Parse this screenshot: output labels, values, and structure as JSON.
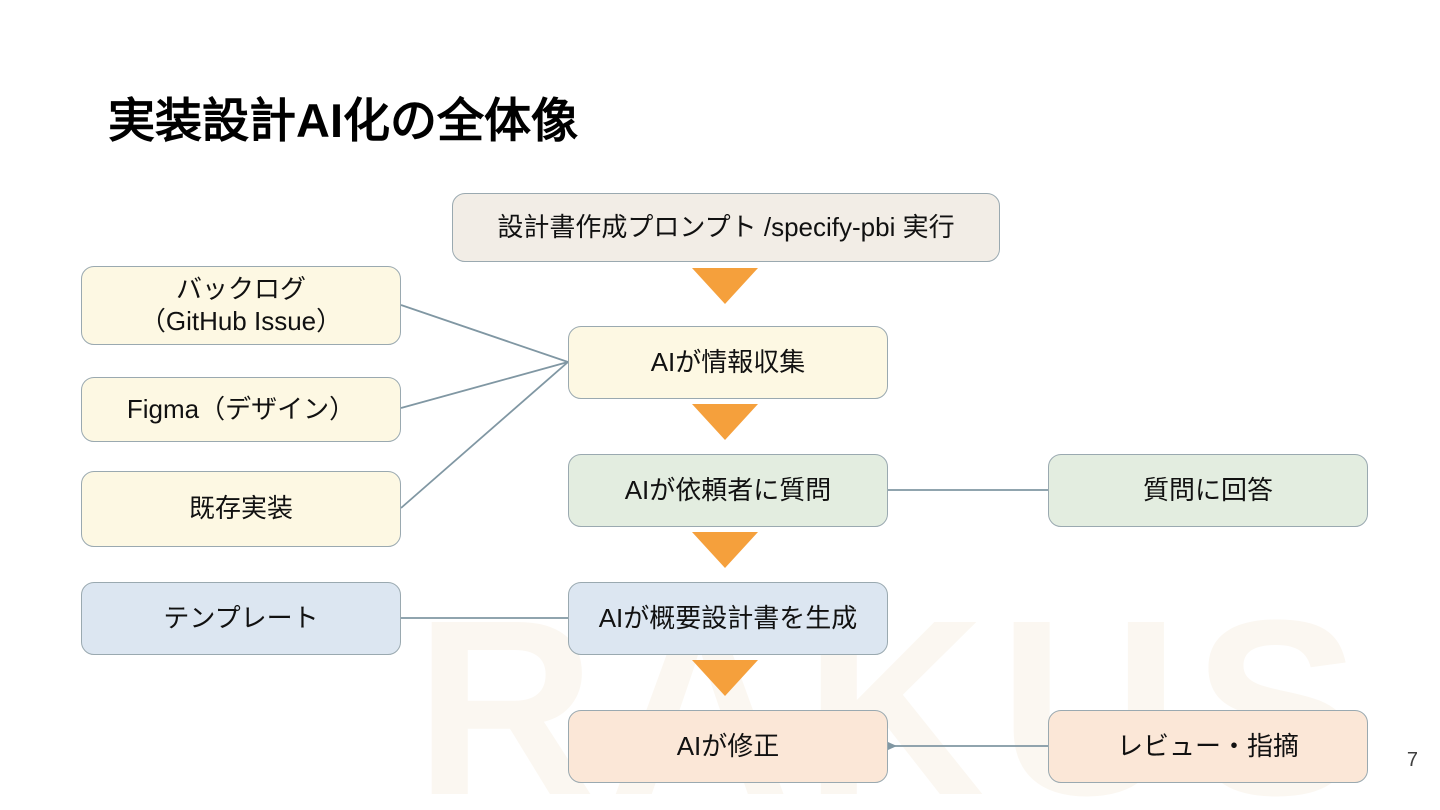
{
  "slide": {
    "title": "実装設計AI化の全体像",
    "page_number": "7",
    "watermark": "RAKUS",
    "background_color": "#FFFFFF"
  },
  "colors": {
    "cream": "#FDF8E3",
    "green": "#E3EDE0",
    "blue": "#DCE6F1",
    "peach": "#FBE7D7",
    "beige": "#F2EDE6",
    "border": "#9AA9B0",
    "connector": "#8097A3",
    "arrow_orange": "#F5A03C",
    "watermark": "#FBF7F1",
    "title_text": "#000000"
  },
  "nodes": {
    "prompt": {
      "label": "設計書作成プロンプト /specify-pbi 実行",
      "fill": "beige"
    },
    "backlog": {
      "label": "バックログ\n（GitHub Issue）",
      "fill": "cream"
    },
    "figma": {
      "label": "Figma（デザイン）",
      "fill": "cream"
    },
    "existing_impl": {
      "label": "既存実装",
      "fill": "cream"
    },
    "template": {
      "label": "テンプレート",
      "fill": "blue"
    },
    "ai_collect": {
      "label": "AIが情報収集",
      "fill": "cream"
    },
    "ai_ask": {
      "label": "AIが依頼者に質問",
      "fill": "green"
    },
    "ai_generate": {
      "label": "AIが概要設計書を生成",
      "fill": "blue"
    },
    "ai_fix": {
      "label": "AIが修正",
      "fill": "peach"
    },
    "answer": {
      "label": "質問に回答",
      "fill": "green"
    },
    "review": {
      "label": "レビュー・指摘",
      "fill": "peach"
    }
  },
  "flow": {
    "down_arrows": [
      {
        "from": "prompt",
        "to": "ai_collect"
      },
      {
        "from": "ai_collect",
        "to": "ai_ask"
      },
      {
        "from": "ai_ask",
        "to": "ai_generate"
      },
      {
        "from": "ai_generate",
        "to": "ai_fix"
      }
    ],
    "input_lines": [
      {
        "from": "backlog",
        "to": "ai_collect"
      },
      {
        "from": "figma",
        "to": "ai_collect"
      },
      {
        "from": "existing_impl",
        "to": "ai_collect"
      },
      {
        "from": "template",
        "to": "ai_generate"
      }
    ],
    "side_arrows": [
      {
        "from": "ai_ask",
        "to": "answer",
        "style": "double-headed"
      },
      {
        "from": "review",
        "to": "ai_fix",
        "style": "single-headed"
      }
    ]
  }
}
